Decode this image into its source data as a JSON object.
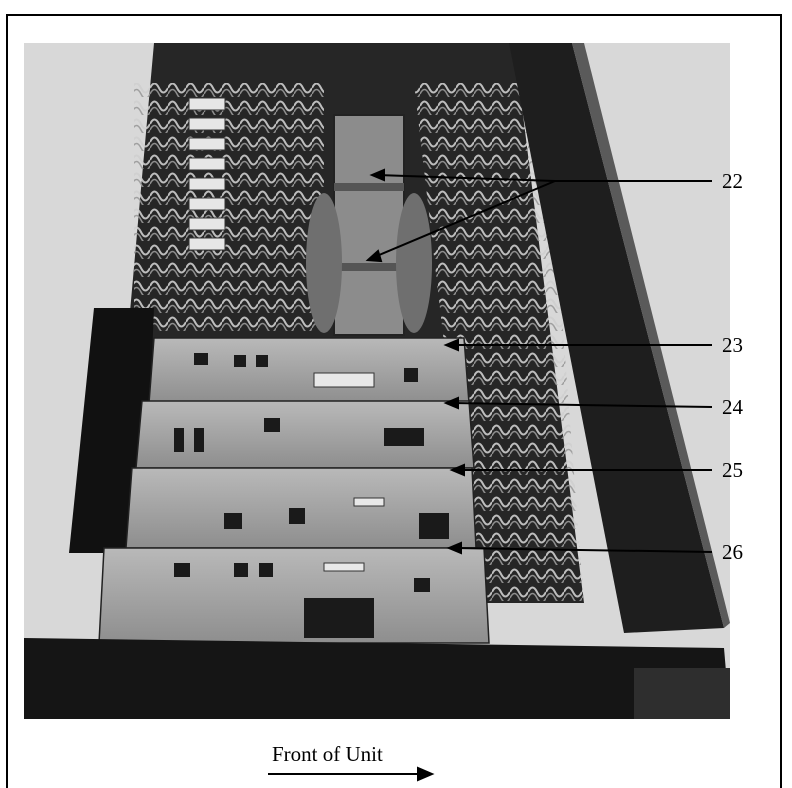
{
  "figure": {
    "description_free": true,
    "callouts": [
      {
        "id": "22",
        "label": "22"
      },
      {
        "id": "23",
        "label": "23"
      },
      {
        "id": "24",
        "label": "24"
      },
      {
        "id": "25",
        "label": "25"
      },
      {
        "id": "26",
        "label": "26"
      }
    ],
    "front_label": "Front of Unit"
  },
  "colors": {
    "line": "#000000",
    "background": "#ffffff"
  }
}
